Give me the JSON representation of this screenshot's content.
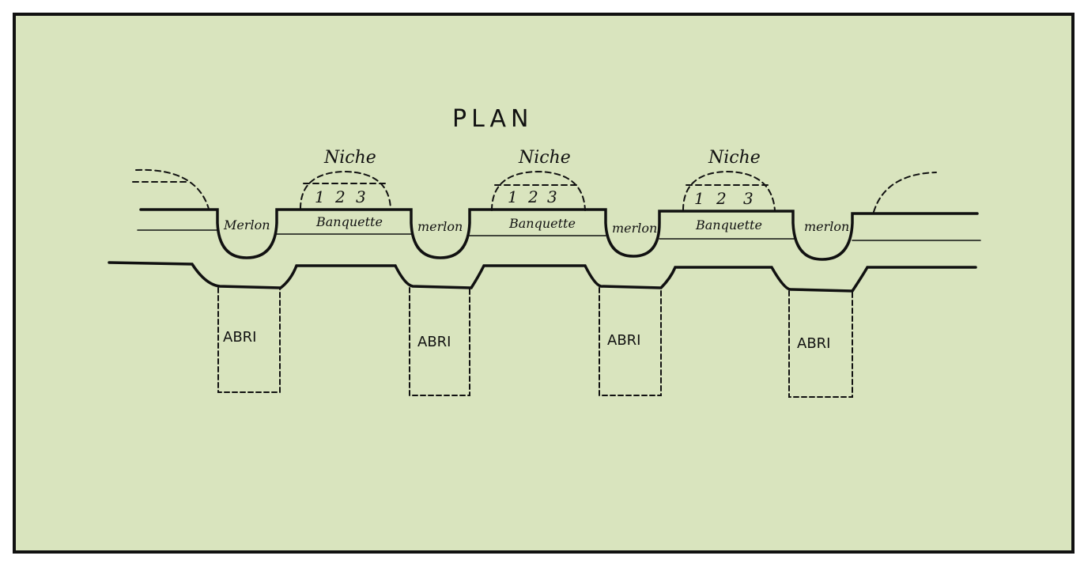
{
  "plan": {
    "title": "PLAN",
    "bays": [
      {
        "niche_label": "Niche",
        "steps": [
          "1",
          "2",
          "3"
        ],
        "banquette_label": "Banquette"
      },
      {
        "niche_label": "Niche",
        "steps": [
          "1",
          "2",
          "3"
        ],
        "banquette_label": "Banquette"
      },
      {
        "niche_label": "Niche",
        "steps": [
          "1",
          "2",
          "3"
        ],
        "banquette_label": "Banquette"
      }
    ],
    "merlons": [
      "Merlon",
      "merlon",
      "merlon",
      "merlon"
    ],
    "shelters": [
      "ABRI",
      "ABRI",
      "ABRI",
      "ABRI"
    ]
  },
  "colors": {
    "paper": "#d9e4be",
    "ink": "#111111",
    "frame": "#111111"
  }
}
